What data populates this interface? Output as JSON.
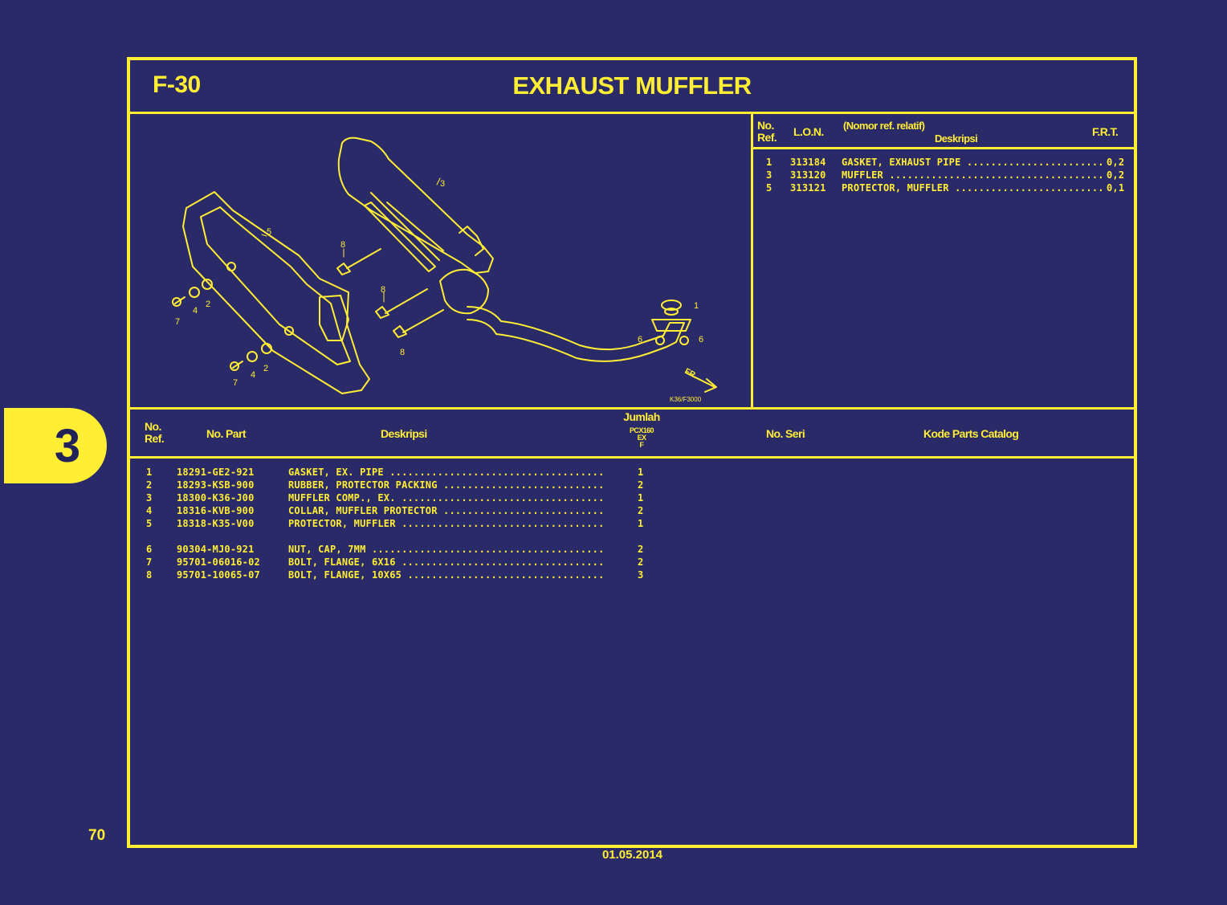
{
  "page": {
    "code": "F-30",
    "title": "EXHAUST MUFFLER",
    "section_number": "3",
    "page_number": "70",
    "date": "01.05.2014"
  },
  "colors": {
    "background": "#2a2a68",
    "accent": "#ffee33"
  },
  "lon_table": {
    "headers": {
      "no_ref_line1": "No.",
      "no_ref_line2": "Ref.",
      "lon": "L.O.N.",
      "relative_note": "(Nomor ref. relatif)",
      "description": "Deskripsi",
      "frt": "F.R.T."
    },
    "rows": [
      {
        "ref": "1",
        "lon": "313184",
        "description": "GASKET, EXHAUST PIPE",
        "frt": "0,2"
      },
      {
        "ref": "3",
        "lon": "313120",
        "description": "MUFFLER",
        "frt": "0,2"
      },
      {
        "ref": "5",
        "lon": "313121",
        "description": "PROTECTOR, MUFFLER",
        "frt": "0,1"
      }
    ]
  },
  "parts_table": {
    "headers": {
      "no_ref_line1": "No.",
      "no_ref_line2": "Ref.",
      "part_no": "No. Part",
      "description": "Deskripsi",
      "quantity": "Jumlah",
      "model_line1": "PCX160",
      "model_line2": "EX",
      "model_line3": "F",
      "serial": "No. Seri",
      "catalog_code": "Kode Parts Catalog"
    },
    "rows": [
      {
        "ref": "1",
        "part_no": "18291-GE2-921",
        "description": "GASKET, EX. PIPE",
        "qty": "1"
      },
      {
        "ref": "2",
        "part_no": "18293-KSB-900",
        "description": "RUBBER, PROTECTOR PACKING",
        "qty": "2"
      },
      {
        "ref": "3",
        "part_no": "18300-K36-J00",
        "description": "MUFFLER COMP., EX.",
        "qty": "1"
      },
      {
        "ref": "4",
        "part_no": "18316-KVB-900",
        "description": "COLLAR, MUFFLER PROTECTOR",
        "qty": "2"
      },
      {
        "ref": "5",
        "part_no": "18318-K35-V00",
        "description": "PROTECTOR, MUFFLER",
        "qty": "1"
      },
      {
        "ref": "6",
        "part_no": "90304-MJ0-921",
        "description": "NUT, CAP, 7MM",
        "qty": "2"
      },
      {
        "ref": "7",
        "part_no": "95701-06016-02",
        "description": "BOLT, FLANGE, 6X16",
        "qty": "2"
      },
      {
        "ref": "8",
        "part_no": "95701-10065-07",
        "description": "BOLT, FLANGE, 10X65",
        "qty": "3"
      }
    ]
  },
  "diagram": {
    "callouts": {
      "c1": "1",
      "c2": "2",
      "c3": "3",
      "c4": "4",
      "c5": "5",
      "c6": "6",
      "c7": "7",
      "c8": "8"
    },
    "direction_label": "FR.",
    "figure_code": "K36/F3000"
  }
}
